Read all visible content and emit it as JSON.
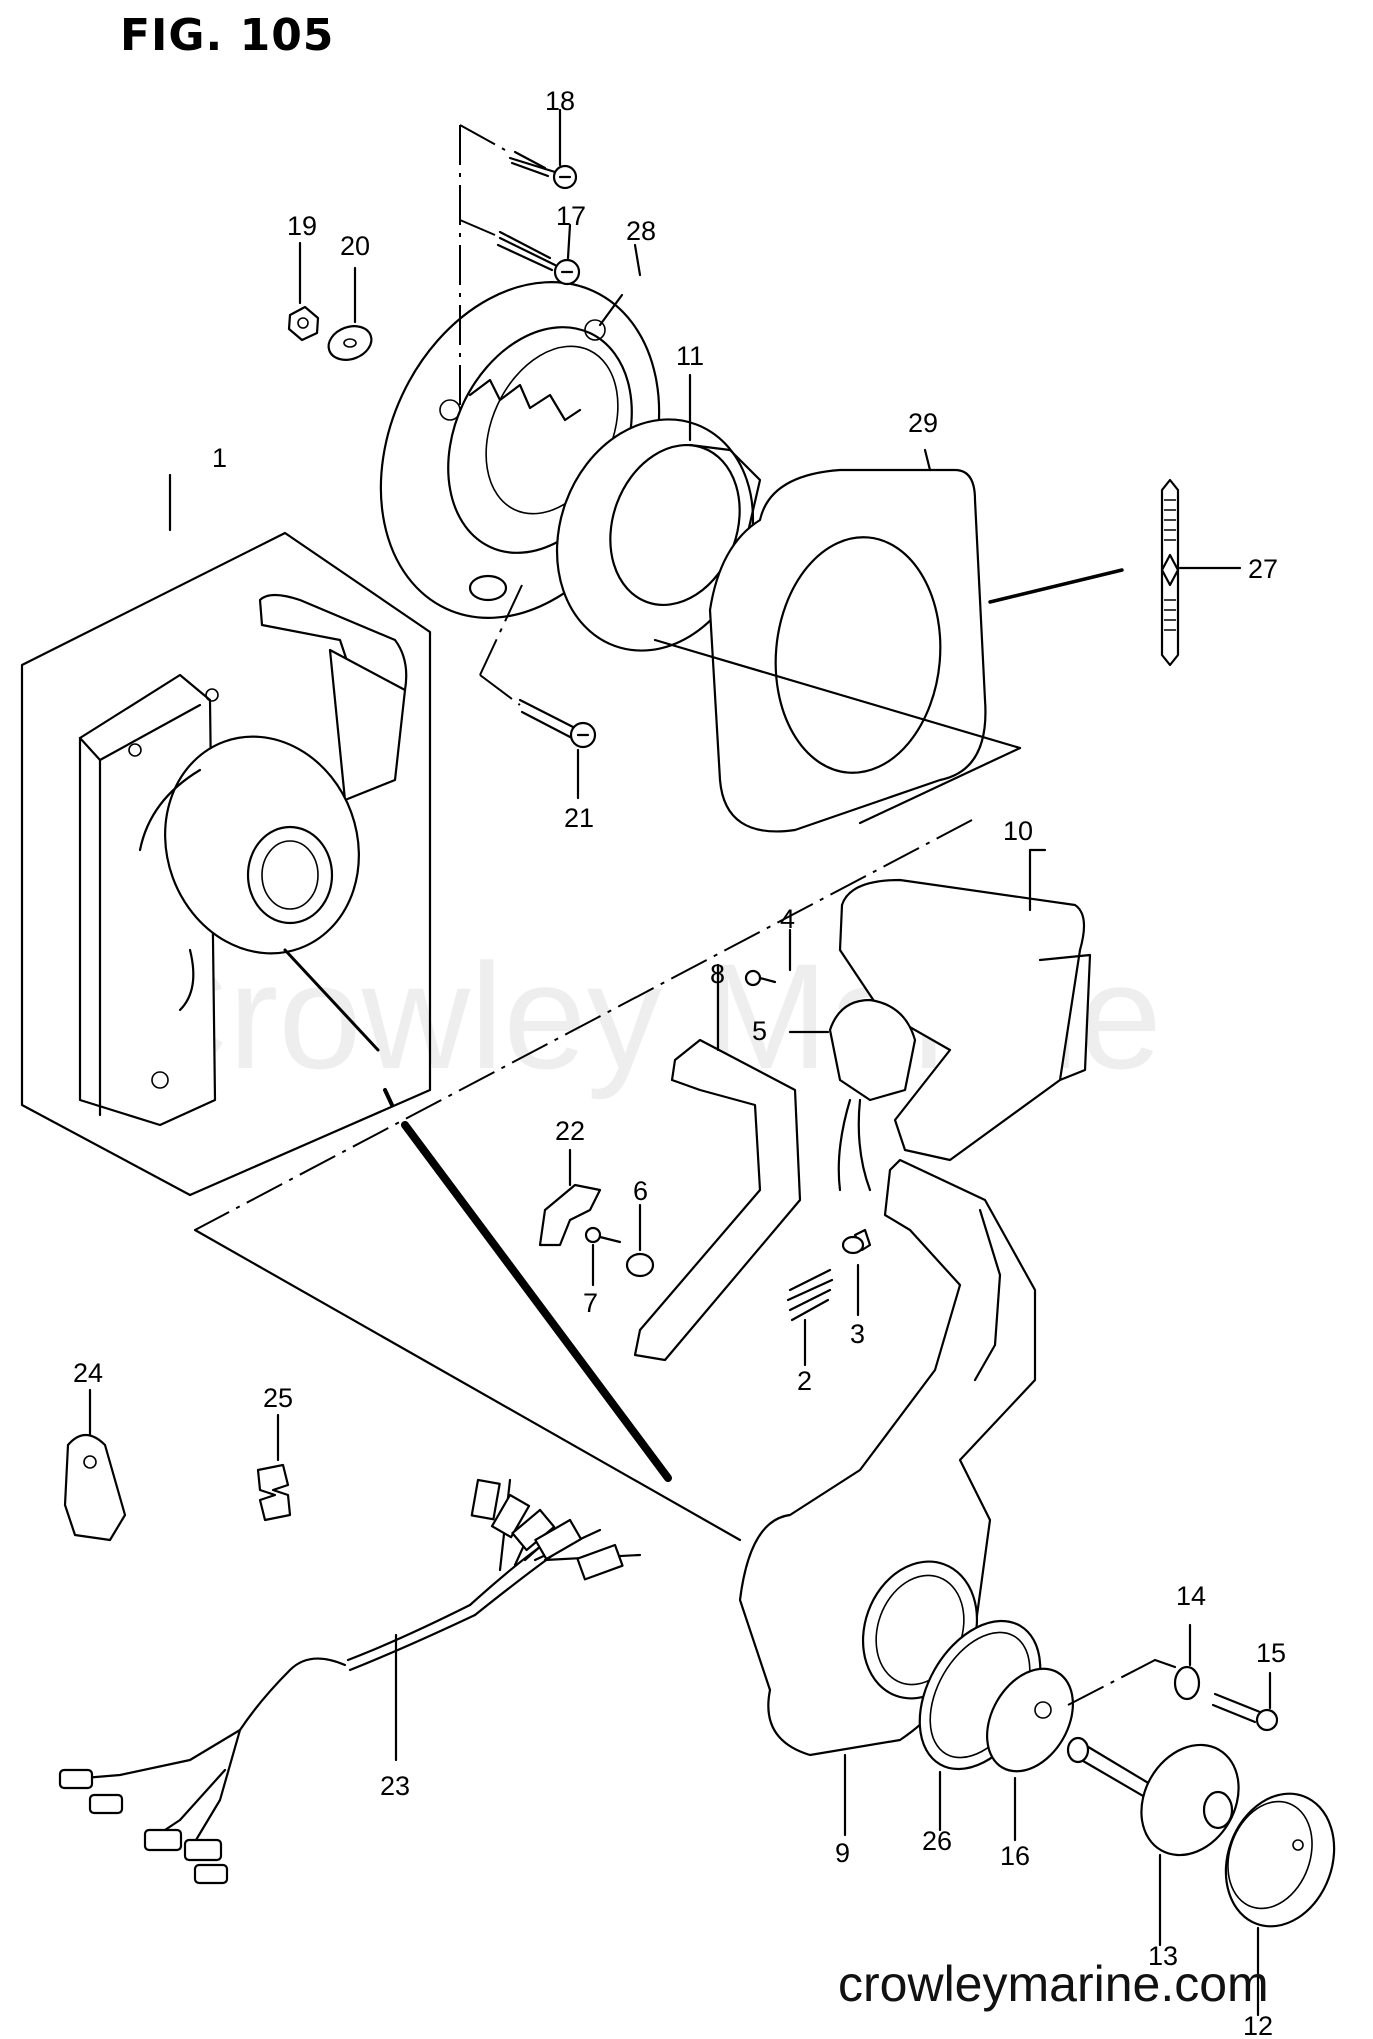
{
  "figure": {
    "title": "FIG. 105"
  },
  "watermark": "Crowley Marine",
  "website": "crowleymarine.com",
  "callouts": [
    "1",
    "2",
    "3",
    "4",
    "5",
    "6",
    "7",
    "8",
    "9",
    "10",
    "11",
    "12",
    "13",
    "14",
    "15",
    "16",
    "17",
    "18",
    "19",
    "20",
    "21",
    "22",
    "23",
    "24",
    "25",
    "26",
    "27",
    "28",
    "29"
  ]
}
